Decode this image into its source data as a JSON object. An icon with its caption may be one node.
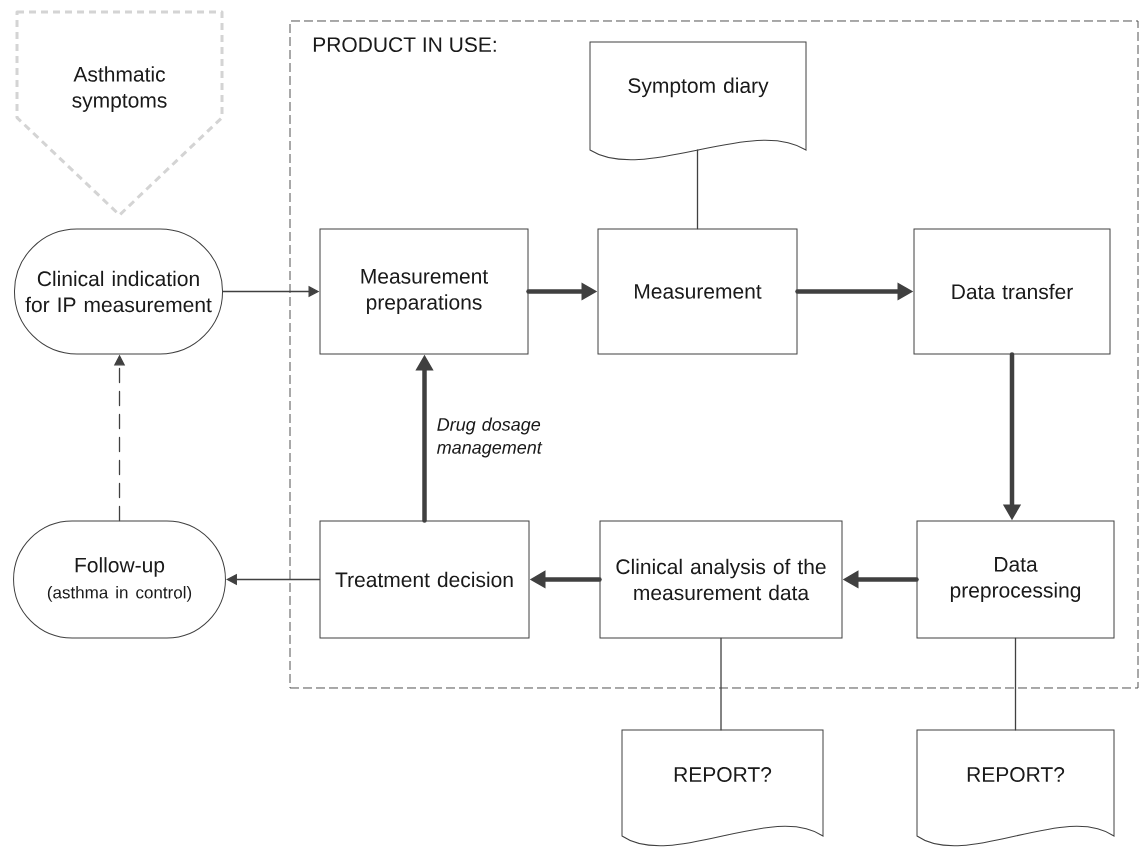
{
  "diagram": {
    "nodes": [
      {
        "text": [
          "Asthmatic symptoms"
        ]
      },
      {
        "text": [
          "PRODUCT IN USE:"
        ]
      },
      {
        "text": [
          "Symptom diary"
        ],
        "in": 1
      },
      {
        "text": [
          "Clinical indication for IP measurement"
        ]
      },
      {
        "text": [
          "Measurement preparations"
        ],
        "in": 1
      },
      {
        "text": [
          "Measurement"
        ],
        "in": 1
      },
      {
        "text": [
          "Data transfer"
        ],
        "in": 1
      },
      {
        "text": [
          "Follow-up",
          "(asthma in control)"
        ]
      },
      {
        "text": [
          "Treatment decision"
        ],
        "in": 1
      },
      {
        "text": [
          "Clinical analysis of the measurement data"
        ],
        "in": 1
      },
      {
        "text": [
          "Data preprocessing"
        ],
        "in": 1
      },
      {
        "text": [
          "REPORT?"
        ]
      },
      {
        "text": [
          "REPORT?"
        ]
      }
    ],
    "edges": [
      {
        "from": 3,
        "to": 4,
        "arrow": "to"
      },
      {
        "from": 4,
        "to": 5,
        "arrow": "to",
        "style": "thick"
      },
      {
        "from": 5,
        "to": 2,
        "arrow": "none"
      },
      {
        "from": 5,
        "to": 6,
        "arrow": "to",
        "style": "thick"
      },
      {
        "from": 6,
        "to": 10,
        "arrow": "to",
        "style": "thick"
      },
      {
        "from": 10,
        "to": 9,
        "arrow": "to",
        "style": "thick"
      },
      {
        "from": 9,
        "to": 8,
        "arrow": "to",
        "style": "thick"
      },
      {
        "from": 8,
        "to": 4,
        "arrow": "to",
        "style": "thick",
        "label": "Drug dosage management"
      },
      {
        "from": 8,
        "to": 7,
        "arrow": "to"
      },
      {
        "from": 7,
        "to": 3,
        "arrow": "to",
        "style": "dashed"
      },
      {
        "from": 9,
        "to": 11,
        "arrow": "none"
      },
      {
        "from": 10,
        "to": 12,
        "arrow": "none"
      }
    ]
  }
}
